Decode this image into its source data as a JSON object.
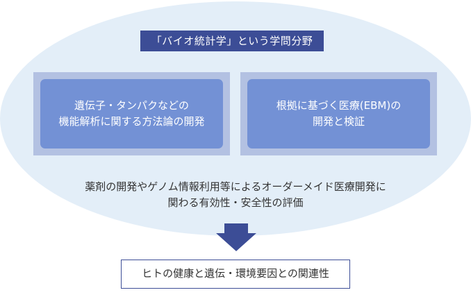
{
  "diagram": {
    "title": "「バイオ統計学」という学問分野",
    "left_box": "遺伝子・タンパクなどの\n機能解析に関する方法論の開発",
    "right_box": "根拠に基づく医療(EBM)の\n開発と検証",
    "description": "薬剤の開発やゲノム情報利用等によるオーダーメイド医療開発に\n関わる有効性・安全性の評価",
    "result": "ヒトの健康と遺伝・環境要因との関連性"
  },
  "colors": {
    "ellipse": "#e3eef8",
    "title_bg": "#3c4d96",
    "panel_outer": "#b3c1e2",
    "panel_inner": "#7391d5",
    "arrow": "#3c4d96",
    "text": "#333333"
  }
}
